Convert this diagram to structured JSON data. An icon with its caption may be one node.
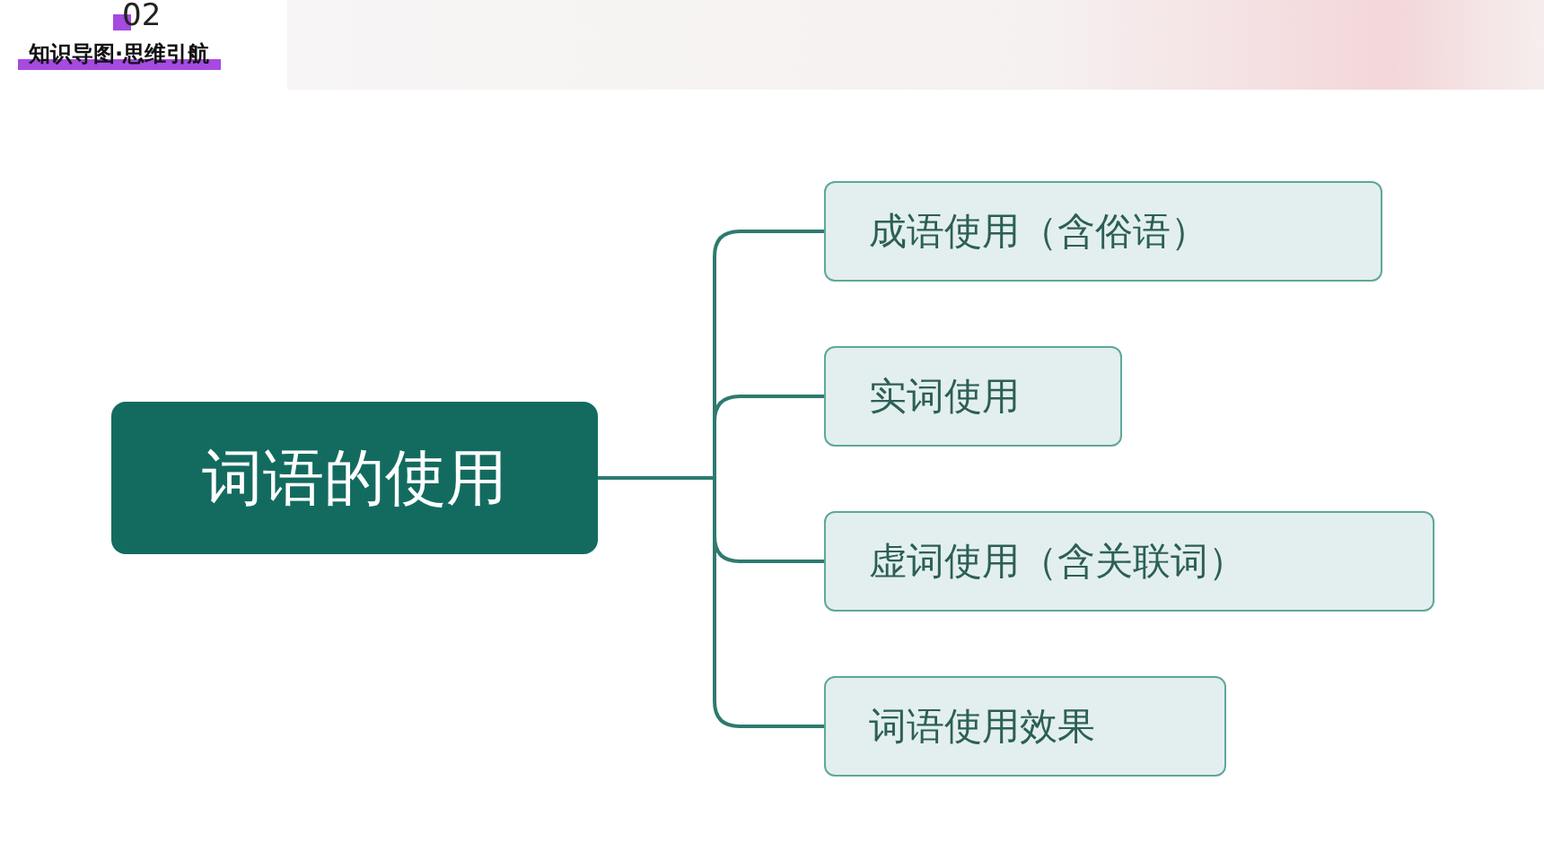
{
  "diagram": {
    "nodes": [
      {
        "text": [
          "词语的使用"
        ]
      },
      {
        "text": [
          "成语使用（含俗语）"
        ]
      },
      {
        "text": [
          "实词使用"
        ]
      },
      {
        "text": [
          "虚词使用（含关联词）"
        ]
      },
      {
        "text": [
          "词语使用效果"
        ]
      }
    ],
    "edges": [
      {
        "from": 0,
        "to": 1,
        "arrow": "none"
      },
      {
        "from": 0,
        "to": 2,
        "arrow": "none"
      },
      {
        "from": 0,
        "to": 3,
        "arrow": "none"
      },
      {
        "from": 0,
        "to": 4,
        "arrow": "none"
      }
    ],
    "labels": [
      "02",
      "知识导图·思维引航"
    ]
  }
}
